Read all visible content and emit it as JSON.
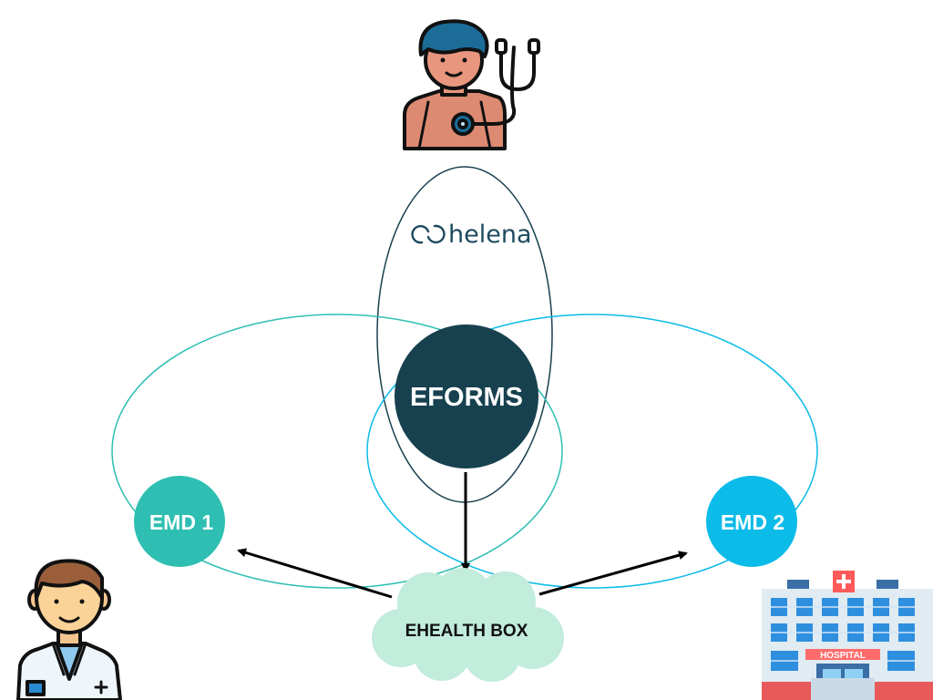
{
  "diagram": {
    "brand": {
      "name": "helena",
      "logo_icon": "helena-logo-icon"
    },
    "nodes": {
      "center": {
        "label": "EFORMS",
        "color": "#17414f"
      },
      "left": {
        "label": "EMD 1",
        "color": "#2ebfb2"
      },
      "right": {
        "label": "EMD 2",
        "color": "#0bbbe8"
      },
      "cloud": {
        "label": "EHEALTH BOX",
        "color": "#c2ecdc"
      }
    },
    "hospital_sign": "HOSPITAL",
    "icons": {
      "patient": "patient-with-stethoscope-icon",
      "doctor": "doctor-icon",
      "hospital": "hospital-building-icon"
    },
    "colors": {
      "helena_ellipse": "#17414f",
      "emd1_ellipse": "#2ebfb2",
      "emd2_ellipse": "#0bbbe8",
      "arrow": "#000000"
    }
  }
}
